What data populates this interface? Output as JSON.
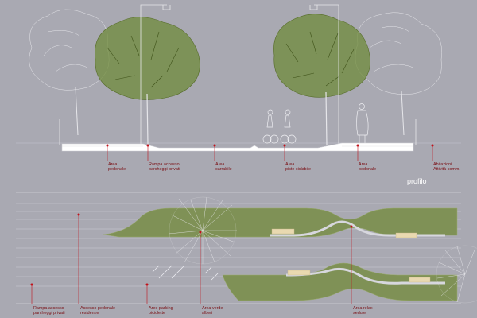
{
  "colors": {
    "background": "#a9a9b2",
    "tree_canopy_green": "#6f8b3a",
    "tree_outline": "#e6e6ea",
    "marker_red": "#c1121b",
    "label_red": "#7a0d12",
    "grass": "#7f9156",
    "paving": "#c3c3cb",
    "bench": "#e9d9b0"
  },
  "section": {
    "title": "profilo",
    "labels": [
      {
        "id": "area-pedonale-left",
        "lines": [
          "Area",
          "pedonale"
        ]
      },
      {
        "id": "rampa-accesso",
        "lines": [
          "Rampa accesso",
          "parcheggi privati"
        ]
      },
      {
        "id": "area-carrabile",
        "lines": [
          "Area",
          "carrabile"
        ]
      },
      {
        "id": "area-pista-ciclabile",
        "lines": [
          "Area",
          "piste ciclabile"
        ]
      },
      {
        "id": "area-pedonale-right",
        "lines": [
          "Area",
          "pedonale"
        ]
      },
      {
        "id": "abitazioni",
        "lines": [
          "Abitazioni",
          "Attività comm."
        ]
      }
    ]
  },
  "plan": {
    "labels": [
      {
        "id": "rampa-accesso-plan",
        "lines": [
          "Rampa accesso",
          "parcheggi privati"
        ]
      },
      {
        "id": "accesso-pedonale",
        "lines": [
          "Accesso pedonale",
          "residenze"
        ]
      },
      {
        "id": "area-parking",
        "lines": [
          "Aree parking",
          "biciclette"
        ]
      },
      {
        "id": "area-verde",
        "lines": [
          "Area verde",
          "alberi"
        ]
      },
      {
        "id": "area-relax",
        "lines": [
          "Area relax",
          "sedute"
        ]
      }
    ]
  }
}
